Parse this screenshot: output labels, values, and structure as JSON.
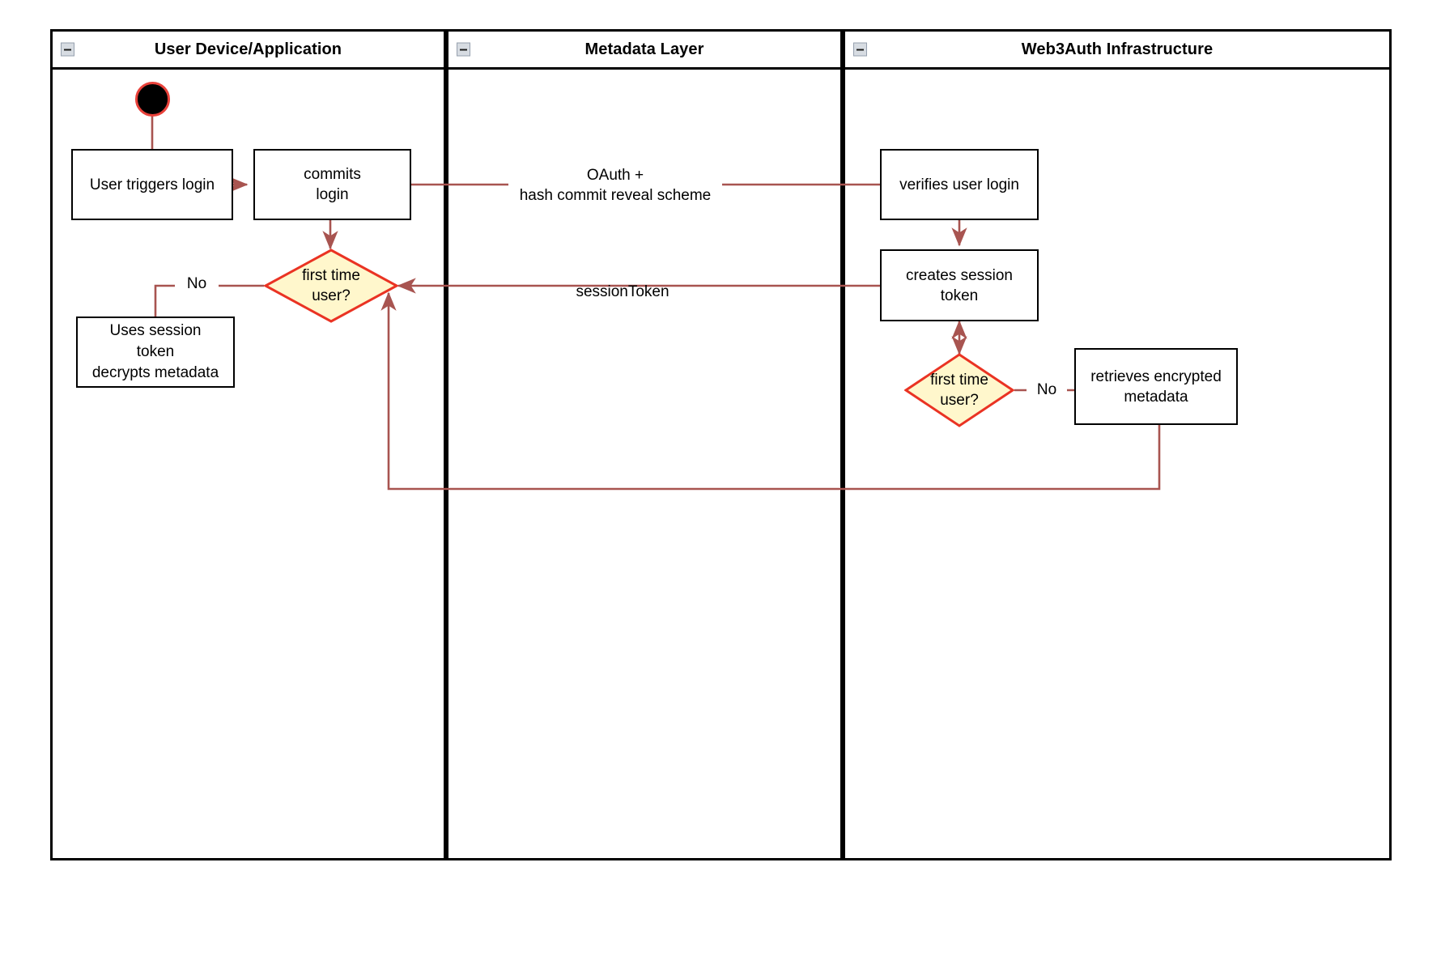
{
  "diagram": {
    "title": "Web3Auth login activity diagram",
    "type": "uml-activity-swimlane",
    "colors": {
      "edge": "#a85450",
      "decision_border": "#ea3323",
      "decision_fill": "#fff7cc",
      "node_border": "#000000",
      "lane_border": "#000000",
      "start_fill": "#000000",
      "start_border": "#e8413a",
      "background": "#ffffff"
    }
  },
  "lanes": [
    {
      "id": "lane-user-device",
      "title": "User Device/Application",
      "collapse_icon": "collapse-minus-icon"
    },
    {
      "id": "lane-metadata",
      "title": "Metadata Layer",
      "collapse_icon": "collapse-minus-icon"
    },
    {
      "id": "lane-web3auth",
      "title": "Web3Auth Infrastructure",
      "collapse_icon": "collapse-minus-icon"
    }
  ],
  "nodes": {
    "start": {
      "name": "start-node",
      "label": ""
    },
    "user_triggers_login": {
      "label": "User triggers login"
    },
    "commits_login": {
      "label": "commits\nlogin"
    },
    "first_time_user_left": {
      "label": "first time\nuser?"
    },
    "uses_session_token": {
      "label": "Uses session\ntoken\ndecrypts metadata"
    },
    "verifies_user_login": {
      "label": "verifies user login"
    },
    "creates_session_token": {
      "label": "creates session\ntoken"
    },
    "first_time_user_right": {
      "label": "first time\nuser?"
    },
    "retrieves_encrypted_metadata": {
      "label": "retrieves encrypted\nmetadata"
    }
  },
  "edge_labels": {
    "oauth_hash_commit": "OAuth +\nhash commit reveal scheme",
    "session_token": "sessionToken",
    "no_left": "No",
    "no_right": "No"
  }
}
